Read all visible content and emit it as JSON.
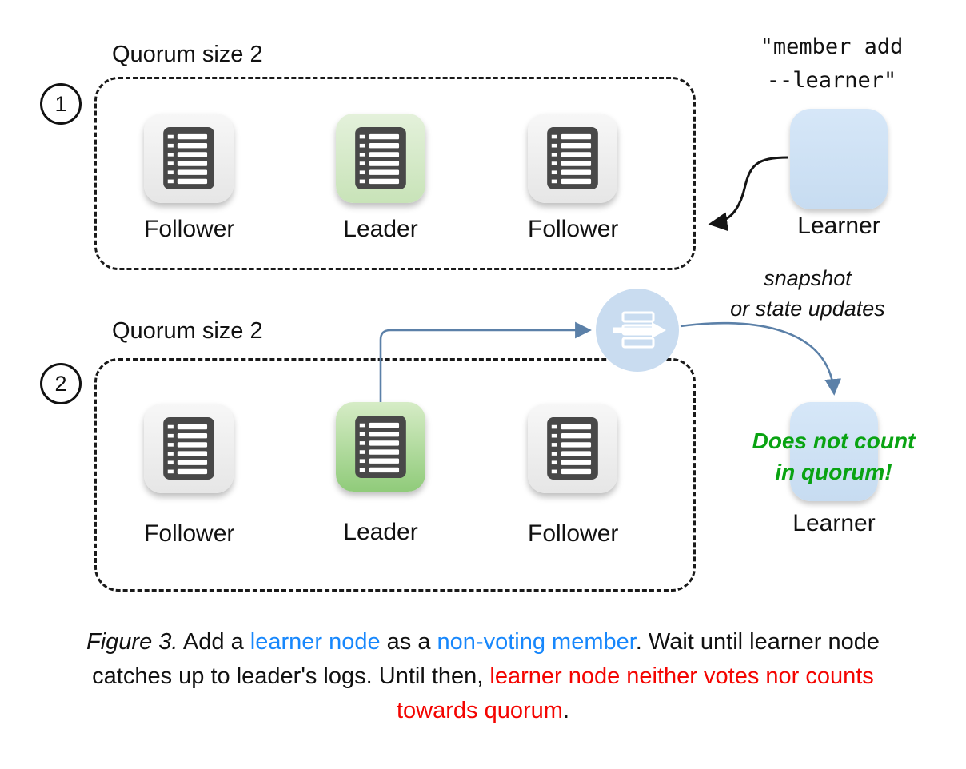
{
  "sections": {
    "s1": {
      "badge": "1",
      "quorum_label": "Quorum size 2",
      "nodes": [
        {
          "role": "Follower"
        },
        {
          "role": "Leader"
        },
        {
          "role": "Follower"
        }
      ],
      "command": "\"member add\n--learner\"",
      "learner": {
        "label": "Learner"
      }
    },
    "s2": {
      "badge": "2",
      "quorum_label": "Quorum size 2",
      "nodes": [
        {
          "role": "Follower"
        },
        {
          "role": "Leader"
        },
        {
          "role": "Follower"
        }
      ],
      "transfer_label": "snapshot\nor state updates",
      "learner": {
        "label": "Learner",
        "note": "Does not count\nin quorum!"
      }
    }
  },
  "caption": {
    "fig": "Figure 3.",
    "t1": " Add a ",
    "blue1": "learner node",
    "t2": " as a ",
    "blue2": "non-voting member",
    "t3": ". Wait until learner node catches up to leader's logs. Until then, ",
    "red1": "learner node neither votes nor counts towards quorum",
    "t4": "."
  },
  "colors": {
    "follower_fill": "#efefef",
    "leader_fill_light": "#cde4bd",
    "leader_fill_strong": "#96ce80",
    "learner_fill": "#cfe1f5",
    "snapshot_circle_fill": "#c9dcf0",
    "arrow_blue": "#5b80a8",
    "arrow_black": "#141414",
    "note_green": "#09a312",
    "caption_blue": "#1787fc",
    "caption_red": "#f40400"
  }
}
